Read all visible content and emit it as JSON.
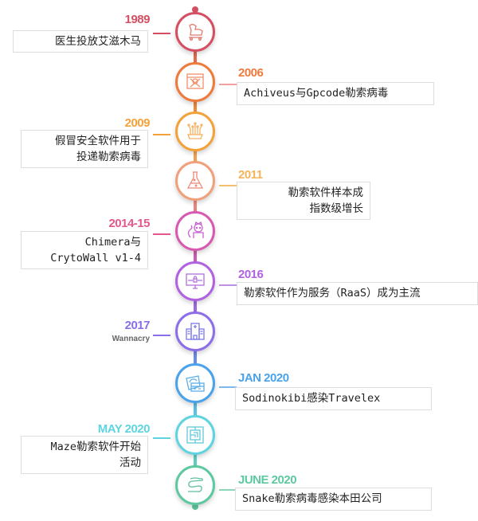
{
  "timeline": {
    "events": [
      {
        "year": "1989",
        "text": "医生投放艾滋木马",
        "side": "left",
        "color": "#d44f62",
        "icon": "trojan-horse-icon"
      },
      {
        "year": "2006",
        "text": "Achiveus与Gpcode勒索病毒",
        "side": "right",
        "color": "#ee7a3c",
        "icon": "skull-crossbones-screen-icon"
      },
      {
        "year": "2009",
        "text": "假冒安全软件用于\n投递勒索病毒",
        "side": "left",
        "color": "#f3a23a",
        "icon": "circuit-chip-icon"
      },
      {
        "year": "2011",
        "text": "勒索软件样本成\n指数级增长",
        "side": "right",
        "color": "#f4b55a",
        "icon": "flask-icon"
      },
      {
        "year": "2014-15",
        "text": "Chimera与\nCrytoWall v1-4",
        "side": "left",
        "color": "#e4588d",
        "icon": "chimera-creature-icon"
      },
      {
        "year": "2016",
        "text": "勒索软件作为服务（RaaS）成为主流",
        "side": "right",
        "color": "#b062e0",
        "icon": "locked-monitor-icon"
      },
      {
        "year": "2017",
        "subtitle": "Wannacry",
        "side": "left",
        "color": "#8b6ee8",
        "icon": "hospital-building-icon"
      },
      {
        "year": "JAN 2020",
        "text": "Sodinokibi感染Travelex",
        "side": "right",
        "color": "#4aa3ea",
        "icon": "travel-cards-icon"
      },
      {
        "year": "MAY 2020",
        "text": "Maze勒索软件开始\n活动",
        "side": "left",
        "color": "#5fd4e0",
        "icon": "maze-icon"
      },
      {
        "year": "JUNE 2020",
        "text": "Snake勒索病毒感染本田公司",
        "side": "right",
        "color": "#5ec9a0",
        "icon": "snake-icon"
      }
    ]
  }
}
